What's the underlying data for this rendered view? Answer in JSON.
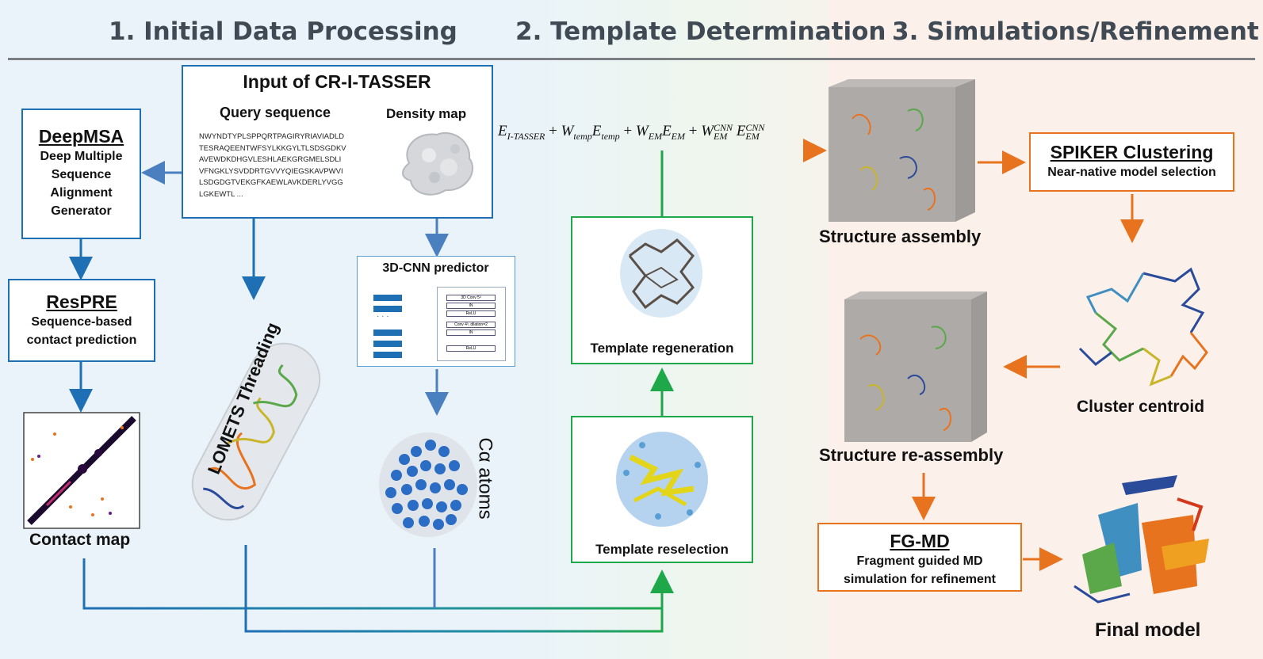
{
  "headers": {
    "phase1": "1. Initial Data Processing",
    "phase2": "2. Template Determination",
    "phase3": "3. Simulations/Refinement"
  },
  "input": {
    "title": "Input of CR-I-TASSER",
    "query_label": "Query sequence",
    "density_label": "Density map",
    "sequence": "NWYNDTYPLSPPQRTPAGIRYRIAVIADLD\nTESRAQEENTWFSYLKKGYLTLSDSGDKV\nAVEWDKDHGVLESHLAEKGRGMELSDLI\nVFNGKLYSVDDRTGVVYQIEGSKAVPWVI\nLSDGDGTVEKGFKAEWLAVKDERLYVGG\nLGKEWTL ..."
  },
  "deepmsa": {
    "title": "DeepMSA",
    "lines": [
      "Deep Multiple",
      "Sequence",
      "Alignment",
      "Generator"
    ]
  },
  "respre": {
    "title": "ResPRE",
    "lines": [
      "Sequence-based",
      "contact prediction"
    ]
  },
  "contact_map_label": "Contact map",
  "lomets_label": "LOMETS Threading",
  "cnn": {
    "title": "3D-CNN predictor",
    "layers": [
      "3D Conv 5³",
      "IN",
      "ReLU",
      "Conv 4³, dilation=2",
      "IN",
      "ReLU"
    ],
    "dots": "· · ·"
  },
  "ca_atoms_label": "Cα atoms",
  "equation": {
    "e1": "E",
    "e1_sub": "I-TASSER",
    "plus": "+",
    "w_temp": "W",
    "w_temp_sub": "temp",
    "e_temp": "E",
    "e_temp_sub": "temp",
    "w_em": "W",
    "w_em_sub": "EM",
    "e_em": "E",
    "e_em_sub": "EM",
    "w_cnn": "W",
    "w_cnn_sub": "EM",
    "w_cnn_sup": "CNN",
    "e_cnn": "E",
    "e_cnn_sub": "EM",
    "e_cnn_sup": "CNN"
  },
  "template_regeneration_label": "Template regeneration",
  "template_reselection_label": "Template reselection",
  "structure_assembly_label": "Structure assembly",
  "structure_reassembly_label": "Structure re-assembly",
  "spiker": {
    "title": "SPIKER Clustering",
    "sub": "Near-native model selection"
  },
  "cluster_centroid_label": "Cluster centroid",
  "fgmd": {
    "title": "FG-MD",
    "lines": [
      "Fragment guided MD",
      "simulation for refinement"
    ]
  },
  "final_model_label": "Final model",
  "colors": {
    "blue": "#1f6fb5",
    "green": "#1fa84a",
    "orange": "#e8731f",
    "bg_blue": "#eaf3f9",
    "bg_green": "#edf6ee",
    "bg_orange": "#fcf1ea"
  }
}
